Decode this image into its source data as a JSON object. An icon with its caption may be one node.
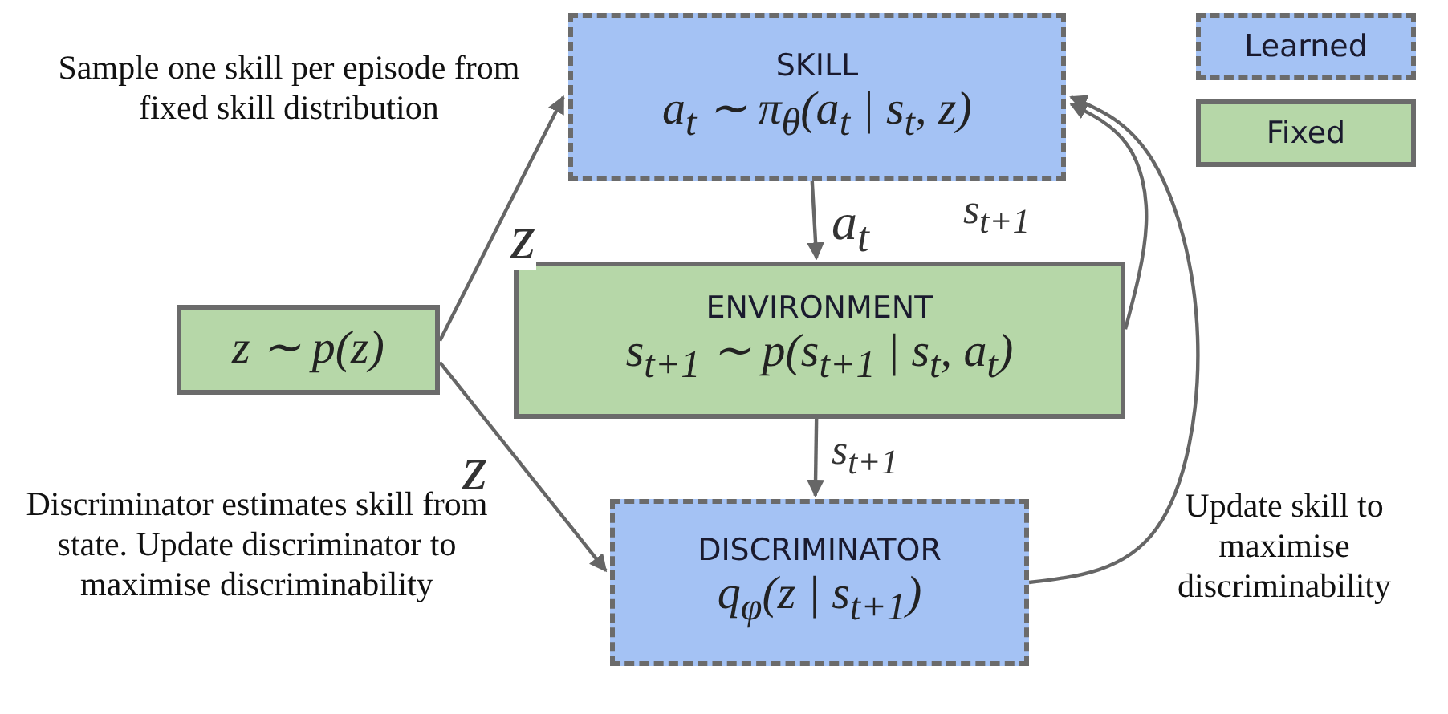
{
  "diagram": {
    "nodes": [
      {
        "text": [
          "z ∼ p(z)"
        ]
      },
      {
        "text": [
          "SKILL",
          "a$_{t}$ ∼ π$_{θ}$(a$_{t}$ | s$_{t}$, z)"
        ]
      },
      {
        "text": [
          "ENVIRONMENT",
          "s$_{t+1}$ ∼ p(s$_{t+1}$ | s$_{t}$, a$_{t}$)"
        ]
      },
      {
        "text": [
          "DISCRIMINATOR",
          "q$_{φ}$(z | s$_{t+1}$)"
        ]
      }
    ],
    "edges": [
      {
        "from": 0,
        "to": 1,
        "arrow": "to",
        "label": "z"
      },
      {
        "from": 0,
        "to": 3,
        "arrow": "to",
        "label": "z"
      },
      {
        "from": 1,
        "to": 2,
        "arrow": "to",
        "label": "a$_{t}$"
      },
      {
        "from": 2,
        "to": 1,
        "arrow": "to",
        "label": "s$_{t+1}$"
      },
      {
        "from": 2,
        "to": 3,
        "arrow": "to",
        "label": "s$_{t+1}$"
      },
      {
        "from": 3,
        "to": 1,
        "arrow": "to"
      }
    ],
    "labels": [
      "Sample one skill per episode from fixed skill distribution",
      "Discriminator estimates skill from state. Update discriminator to maximise discriminability",
      "Update skill to maximise discriminability"
    ],
    "legend": [
      {
        "text": "Learned",
        "color": "#a4c2f4"
      },
      {
        "text": "Fixed",
        "color": "#b6d7a8"
      }
    ]
  }
}
